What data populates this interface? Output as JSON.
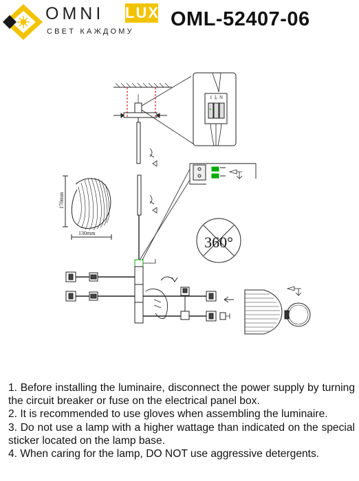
{
  "header": {
    "brand_primary": "OMNI",
    "brand_secondary": "LUX",
    "tagline": "СВЕТ КАЖДОМУ",
    "model": "OML-52407-06",
    "brand_color": "#f2c300"
  },
  "diagram": {
    "dimension_height": "170mm",
    "dimension_width": "130mm",
    "rotation_label": "360°",
    "terminal_marks": "1 ⏚ N"
  },
  "instructions": [
    "1. Before installing the luminaire, disconnect the power supply by turning the circuit breaker or fuse on the electrical panel box.",
    "2. It is recommended to use gloves when assembling the luminaire.",
    "3. Do not use a lamp with a higher wattage than indicated on the special sticker located on the lamp base.",
    "4. When caring for the lamp, DO NOT use aggressive detergents."
  ]
}
